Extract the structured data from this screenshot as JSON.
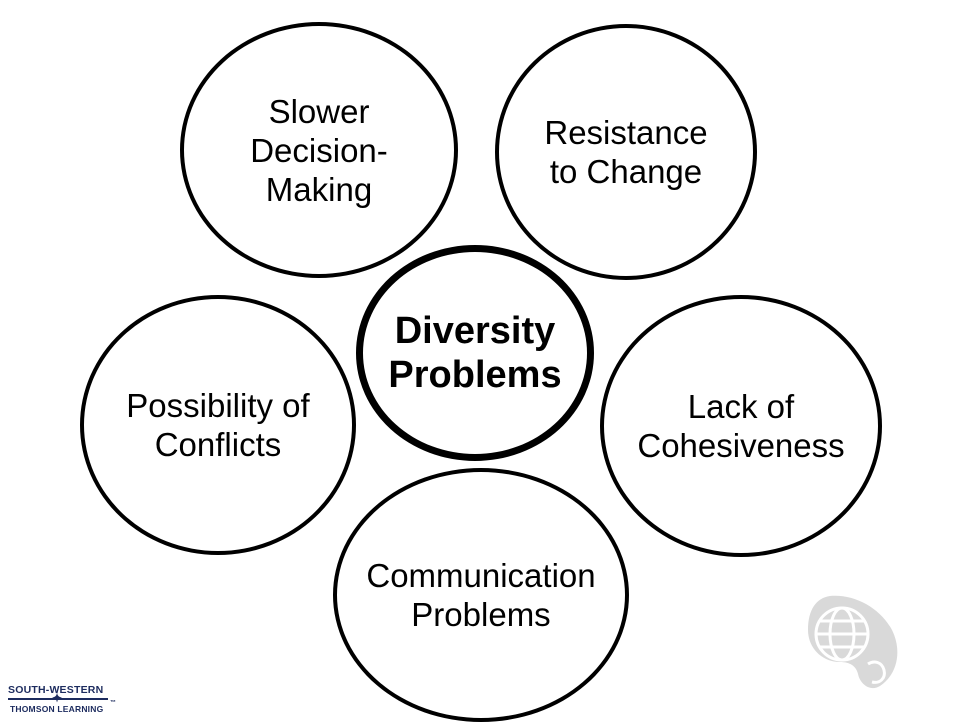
{
  "diagram": {
    "center": {
      "lines": [
        "Diversity",
        "Problems"
      ]
    },
    "nodes": [
      {
        "id": "slower-decision-making",
        "lines": [
          "Slower",
          "Decision-",
          "Making"
        ]
      },
      {
        "id": "resistance-to-change",
        "lines": [
          "Resistance",
          "to Change"
        ]
      },
      {
        "id": "possibility-of-conflicts",
        "lines": [
          "Possibility of",
          "Conflicts"
        ]
      },
      {
        "id": "lack-of-cohesiveness",
        "lines": [
          "Lack of",
          "Cohesiveness"
        ]
      },
      {
        "id": "communication-problems",
        "lines": [
          "Communication",
          "Problems"
        ]
      }
    ]
  },
  "logo": {
    "line1": "SOUTH-WESTERN",
    "line2": "THOMSON LEARNING",
    "trademark": "™"
  },
  "icons": {
    "corner": "globe-icon",
    "logo_mark": "star-icon"
  },
  "colors": {
    "outline": "#000000",
    "logo": "#1c2b5e",
    "globe": "#d9d9d9"
  }
}
